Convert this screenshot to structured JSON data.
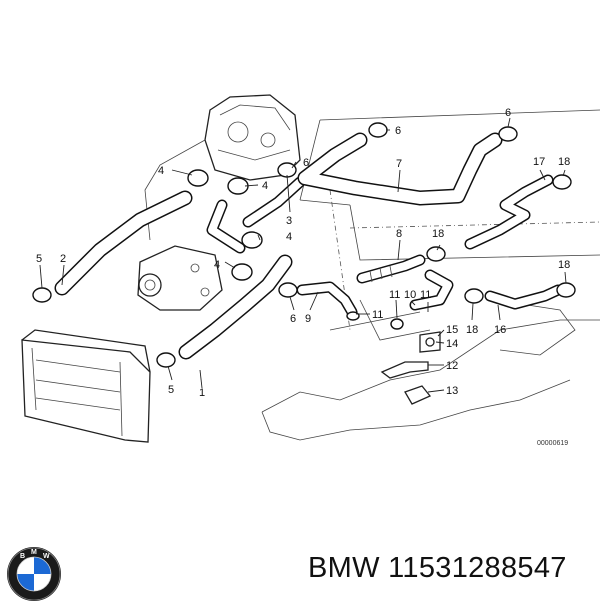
{
  "diagram": {
    "callouts": [
      {
        "id": "c1",
        "text": "1"
      },
      {
        "id": "c2",
        "text": "2"
      },
      {
        "id": "c3",
        "text": "3"
      },
      {
        "id": "c4a",
        "text": "4"
      },
      {
        "id": "c4b",
        "text": "4"
      },
      {
        "id": "c4c",
        "text": "4"
      },
      {
        "id": "c4d",
        "text": "4"
      },
      {
        "id": "c5a",
        "text": "5"
      },
      {
        "id": "c5b",
        "text": "5"
      },
      {
        "id": "c6a",
        "text": "6"
      },
      {
        "id": "c6b",
        "text": "6"
      },
      {
        "id": "c6c",
        "text": "6"
      },
      {
        "id": "c6d",
        "text": "6"
      },
      {
        "id": "c7",
        "text": "7"
      },
      {
        "id": "c8",
        "text": "8"
      },
      {
        "id": "c9",
        "text": "9"
      },
      {
        "id": "c10",
        "text": "10"
      },
      {
        "id": "c11a",
        "text": "11"
      },
      {
        "id": "c11b",
        "text": "11"
      },
      {
        "id": "c11c",
        "text": "11"
      },
      {
        "id": "c12",
        "text": "12"
      },
      {
        "id": "c13",
        "text": "13"
      },
      {
        "id": "c14",
        "text": "14"
      },
      {
        "id": "c15",
        "text": "15"
      },
      {
        "id": "c16",
        "text": "16"
      },
      {
        "id": "c17",
        "text": "17"
      },
      {
        "id": "c18a",
        "text": "18"
      },
      {
        "id": "c18b",
        "text": "18"
      },
      {
        "id": "c18c",
        "text": "18"
      },
      {
        "id": "c18d",
        "text": "18"
      }
    ],
    "drawing_code": "00000619"
  },
  "footer": {
    "logo_icon": "bmw-roundel-icon",
    "logo_colors": {
      "blue": "#1c69d4",
      "ring": "#1a1a1a",
      "white": "#ffffff"
    },
    "part_title": "BMW 11531288547"
  }
}
